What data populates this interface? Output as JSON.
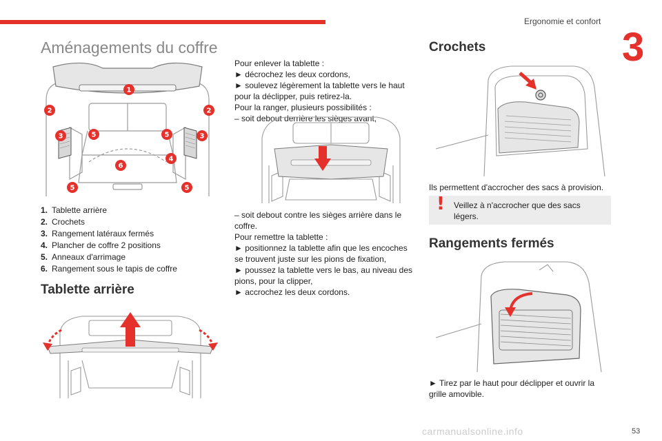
{
  "header": {
    "section": "Ergonomie et confort",
    "chapter": "3"
  },
  "title": "Aménagements du coffre",
  "markers": [
    "1",
    "2",
    "2",
    "3",
    "3",
    "4",
    "5",
    "5",
    "5",
    "5",
    "6"
  ],
  "legend": [
    {
      "num": "1.",
      "text": "Tablette arrière"
    },
    {
      "num": "2.",
      "text": "Crochets"
    },
    {
      "num": "3.",
      "text": "Rangement latéraux fermés"
    },
    {
      "num": "4.",
      "text": "Plancher de coffre 2 positions"
    },
    {
      "num": "5.",
      "text": "Anneaux d'arrimage"
    },
    {
      "num": "6.",
      "text": "Rangement sous le tapis de coffre"
    }
  ],
  "tablette": {
    "heading": "Tablette arrière",
    "remove_lines": [
      "Pour enlever la tablette :",
      "► décrochez les deux cordons,",
      "► soulevez légèrement la tablette vers le haut",
      "pour la déclipper, puis retirez-la.",
      "Pour la ranger, plusieurs possibilités :",
      "– soit debout derrière les sièges avant,"
    ],
    "store_lines": [
      "– soit debout contre les sièges arrière dans le",
      "coffre.",
      "Pour remettre la tablette :",
      "► positionnez la tablette afin que les encoches",
      "se trouvent juste sur les pions de fixation,",
      "► poussez la tablette vers le bas, au niveau des",
      "pions, pour la clipper,",
      "► accrochez les deux cordons."
    ]
  },
  "crochets": {
    "heading": "Crochets",
    "text": "Ils permettent d'accrocher des sacs à provision.",
    "warning": "Veillez à n'accrocher que des sacs légers."
  },
  "rangements": {
    "heading": "Rangements fermés",
    "text_lines": [
      "► Tirez par le haut pour déclipper et ouvrir la",
      "grille amovible."
    ]
  },
  "page_number": "53",
  "watermark": "carmanualsonline.info",
  "colors": {
    "accent": "#e4312b",
    "line_art": "#9a9a9a",
    "panel": "#e6e6e6"
  }
}
